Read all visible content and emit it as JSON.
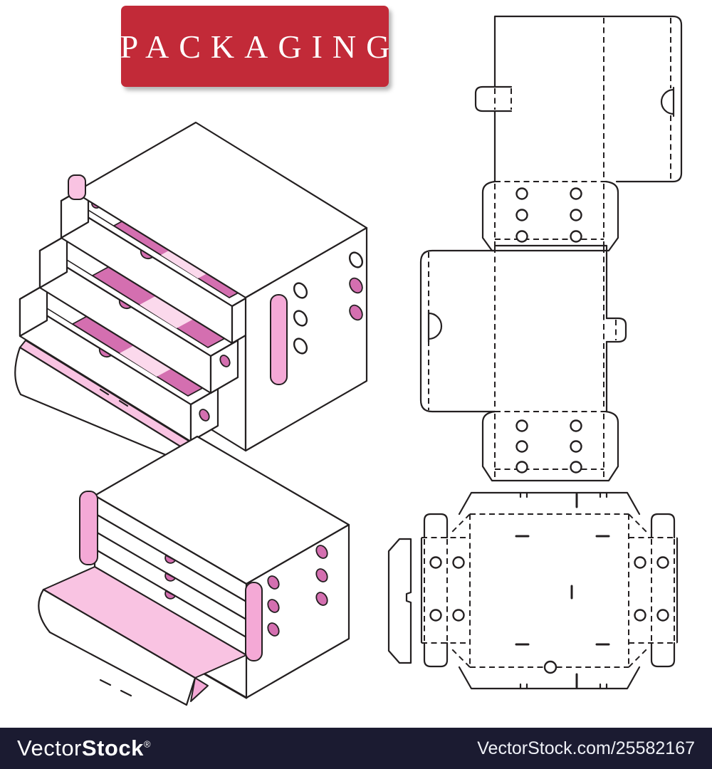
{
  "banner": {
    "label": "PACKAGING",
    "background": "#c22a38",
    "text_color": "#ffffff"
  },
  "watermark": {
    "background": "#1b1b31",
    "brand_regular": "Vector",
    "brand_bold": "Stock",
    "registered": "®",
    "code": "VectorStock.com/25582167",
    "text_color": "#ffffff"
  },
  "palette": {
    "ink": "#231f20",
    "red": "#c22a38",
    "navy": "#1b1b31",
    "pink_light": "#fbd9ec",
    "pink_medium": "#d46fb0",
    "pink_tab": "#f4a9d6",
    "pink_flap": "#f9c3e2"
  },
  "figures": {
    "iso_open": "drawer-box-three-drawers-open",
    "iso_closed": "drawer-box-front-flap-open",
    "dieline_top": "dieline-sleeve-panel-top",
    "dieline_middle": "dieline-sleeve-panel-bottom",
    "dieline_tray": "dieline-drawer-tray"
  }
}
